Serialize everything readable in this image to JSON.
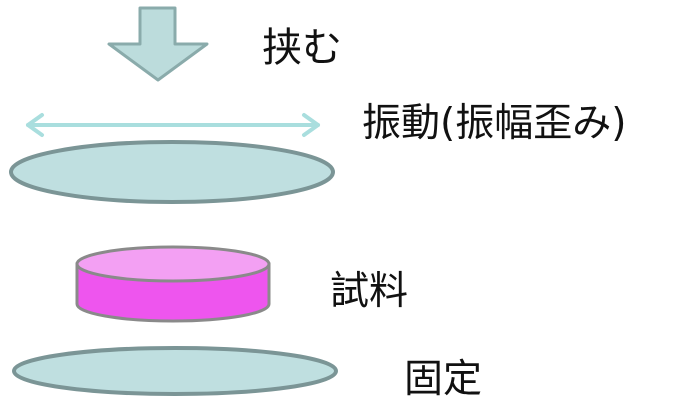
{
  "labels": {
    "press": "挟む",
    "vibration": "振動(振幅歪み)",
    "sample": "試料",
    "fixed": "固定"
  },
  "colors": {
    "arrow_fill": "#bcdcdc",
    "arrow_stroke": "#8aabab",
    "double_arrow": "#a9dede",
    "plate_fill": "#bfdfe0",
    "plate_stroke": "#7b9596",
    "sample_side": "#ee55ee",
    "sample_top": "#f3a0f3",
    "sample_stroke": "#8a8a8a"
  },
  "icons": {
    "press_arrow": "down-arrow-icon",
    "vibration_arrow": "double-headed-arrow-icon"
  }
}
